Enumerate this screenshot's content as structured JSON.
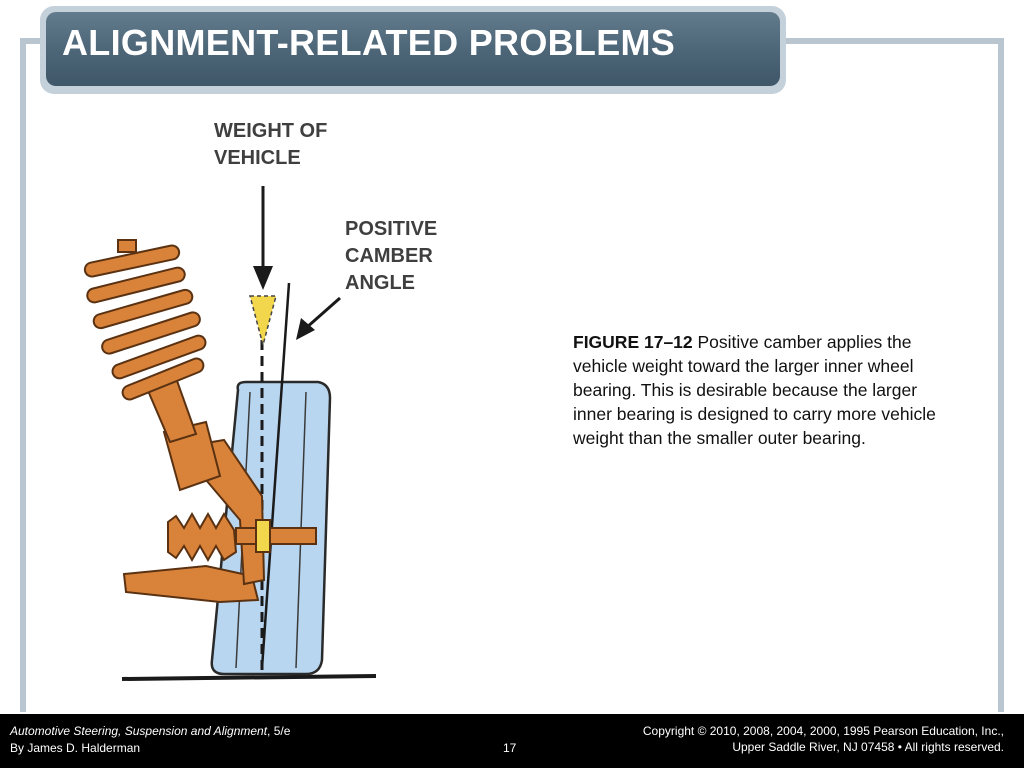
{
  "slide": {
    "title": "ALIGNMENT-RELATED PROBLEMS"
  },
  "diagram": {
    "label_weight_line1": "WEIGHT OF",
    "label_weight_line2": "VEHICLE",
    "label_camber_line1": "POSITIVE",
    "label_camber_line2": "CAMBER",
    "label_camber_line3": "ANGLE",
    "colors": {
      "tire": "#b9d6f0",
      "suspension": "#d9823a",
      "bearing": "#f2d64c",
      "line": "#1a1a1a"
    }
  },
  "caption": {
    "figure_number": "FIGURE 17–12",
    "text": " Positive camber applies the vehicle weight toward the larger inner wheel bearing. This is desirable because the larger inner bearing is designed to carry more vehicle weight than the smaller outer bearing."
  },
  "footer": {
    "book_title": "Automotive Steering, Suspension and Alignment",
    "edition": ", 5/e",
    "author": "By James D. Halderman",
    "page_number": "17",
    "copyright_line1": "Copyright © 2010, 2008, 2004, 2000, 1995 Pearson Education, Inc.,",
    "copyright_line2": "Upper Saddle River, NJ 07458 • All rights reserved."
  }
}
